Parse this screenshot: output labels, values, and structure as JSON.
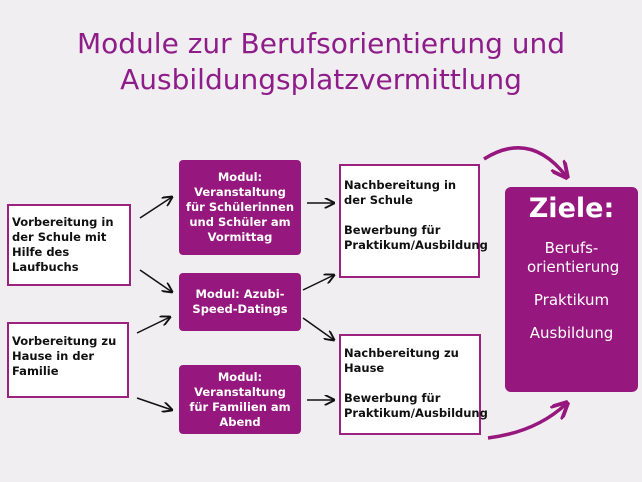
{
  "title_line1": "Module zur Berufsorientierung und",
  "title_line2": "Ausbildungsplatzvermittlung",
  "prep_school": "Vorbereitung in der Schule mit Hilfe des Laufbuchs",
  "prep_home": "Vorbereitung zu Hause in der Familie",
  "module_students": "Modul: Veranstaltung für Schülerinnen und Schüler am Vormittag",
  "module_speed": "Modul: Azubi-Speed-Datings",
  "module_families": "Modul: Veranstaltung für Familien am Abend",
  "followup_school_title": "Nachbereitung in der Schule",
  "followup_school_apply": "Bewerbung für Praktikum/Ausbildung",
  "followup_home_title": "Nachbereitung zu Hause",
  "followup_home_apply": "Bewerbung für Praktikum/Ausbildung",
  "goals_title": "Ziele:",
  "goal_1": "Berufs-orientierung",
  "goal_2": "Praktikum",
  "goal_3": "Ausbildung",
  "colors": {
    "accent": "#96177d",
    "title": "#8e1d8a",
    "background": "#f1eef1"
  }
}
